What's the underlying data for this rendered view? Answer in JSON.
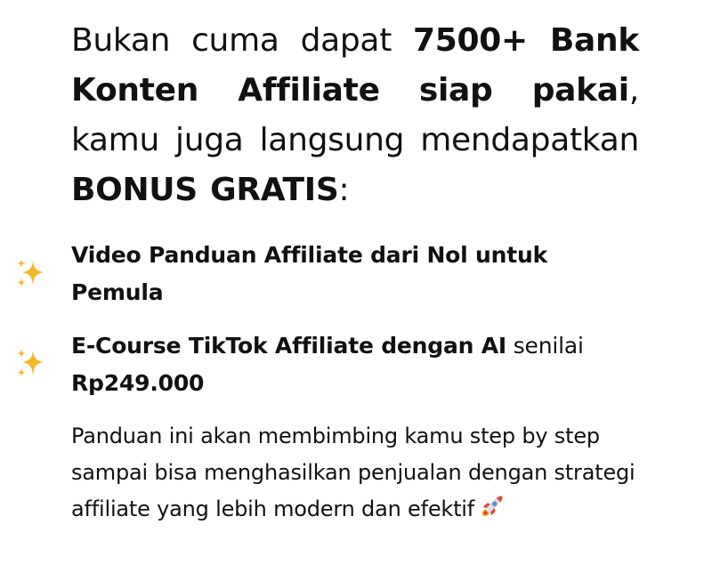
{
  "intro": {
    "part1": "Bukan cuma dapat ",
    "bold1": "7500+ Bank Konten Affiliate siap pakai",
    "part2": ", kamu juga langsung mendapatkan ",
    "bold2": "BONUS GRATIS",
    "part3": ":"
  },
  "bonuses": [
    {
      "icon": "sparkles-icon",
      "bold": "Video Panduan Affiliate dari Nol untuk Pemula",
      "rest": ""
    },
    {
      "icon": "sparkles-icon",
      "bold": "E-Course TikTok Affiliate dengan AI",
      "rest": " senilai ",
      "price": "Rp249.000"
    }
  ],
  "description": {
    "text": "Panduan ini akan membimbing kamu step by step sampai bisa menghasilkan penjualan dengan strategi affiliate yang lebih modern dan efektif",
    "icon": "rocket-icon"
  },
  "colors": {
    "text": "#111111",
    "background": "#ffffff",
    "sparkle_gold": "#f7b52c",
    "rocket_red": "#e0443a"
  }
}
